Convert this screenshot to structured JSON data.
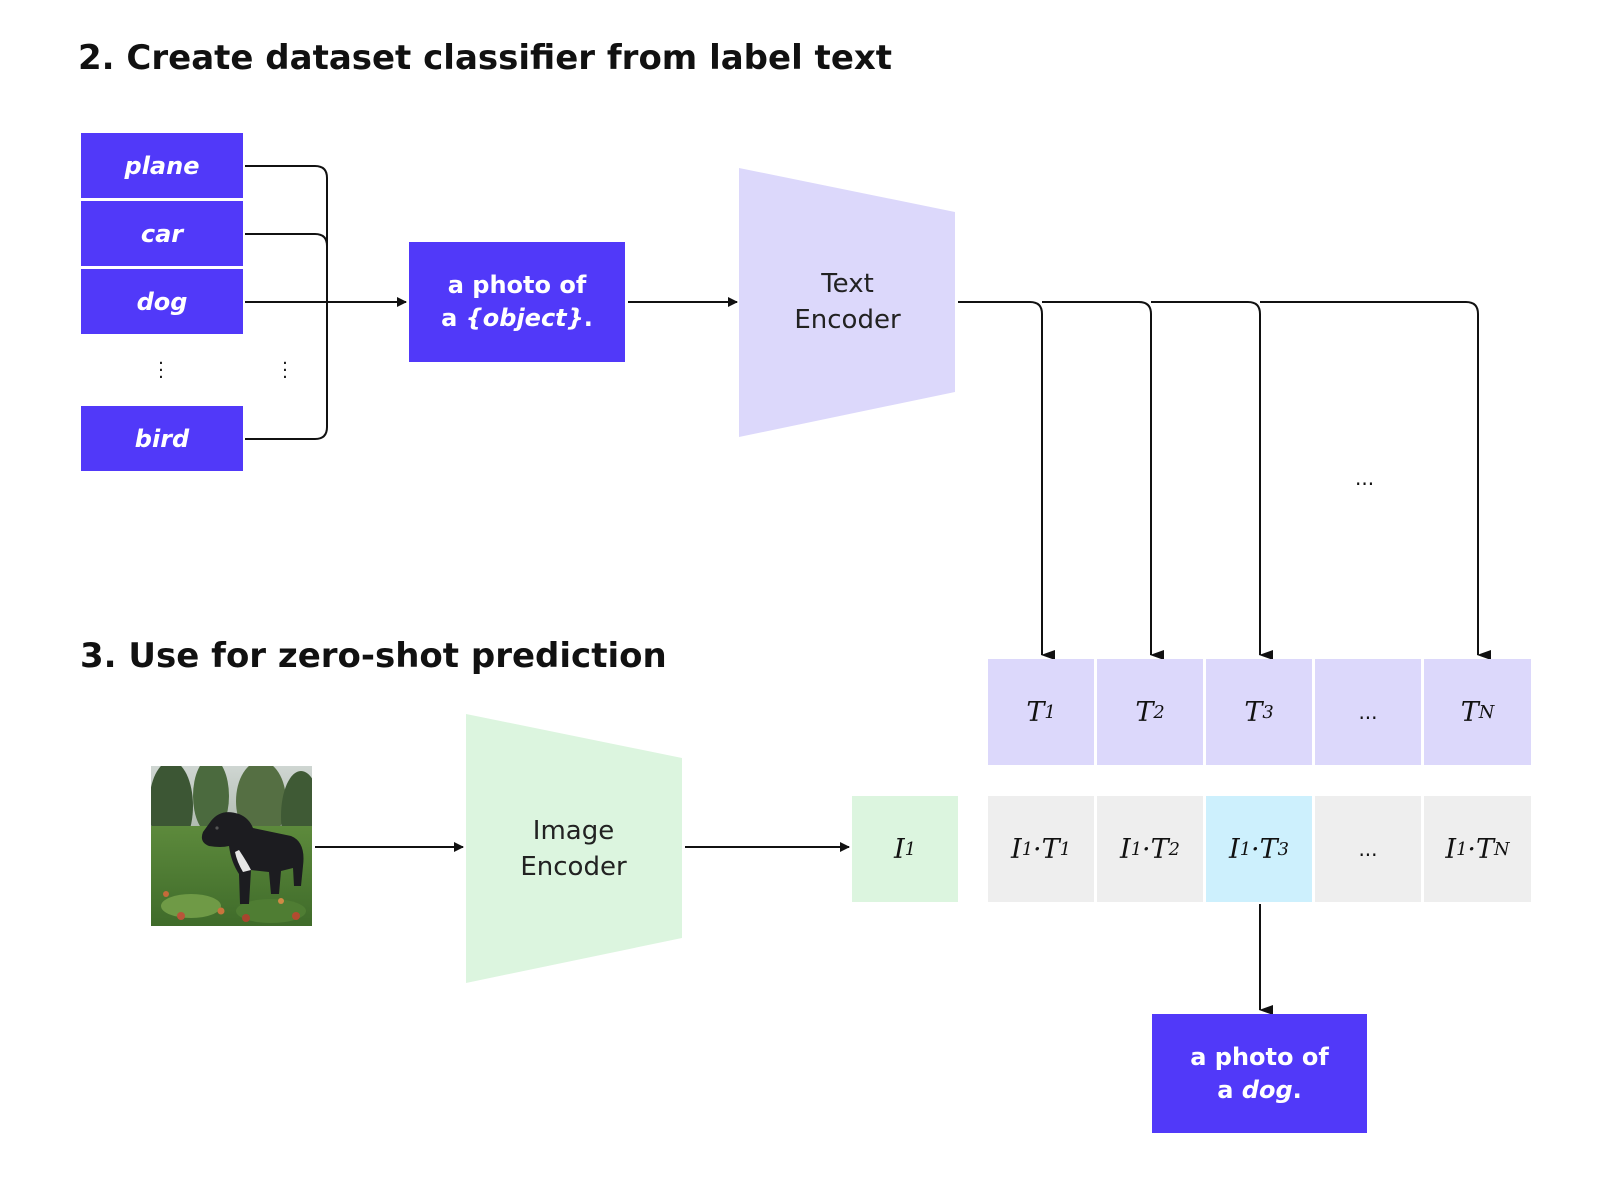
{
  "section2": {
    "title": "2. Create dataset classifier from label text"
  },
  "section3": {
    "title": "3. Use for zero-shot prediction"
  },
  "labels": [
    "plane",
    "car",
    "dog",
    "bird"
  ],
  "prompt_template": {
    "line1": "a photo of",
    "line2_prefix": "a ",
    "line2_object": "{object}",
    "line2_suffix": "."
  },
  "text_encoder": {
    "line1": "Text",
    "line2": "Encoder"
  },
  "image_encoder": {
    "line1": "Image",
    "line2": "Encoder"
  },
  "text_embeddings": [
    {
      "sym": "T",
      "sub": "1"
    },
    {
      "sym": "T",
      "sub": "2"
    },
    {
      "sym": "T",
      "sub": "3"
    },
    {
      "sym": "...",
      "sub": ""
    },
    {
      "sym": "T",
      "sub": "N"
    }
  ],
  "image_embedding": {
    "sym": "I",
    "sub": "1"
  },
  "scores": [
    {
      "a": "I",
      "a_sub": "1",
      "dot": "·",
      "b": "T",
      "b_sub": "1"
    },
    {
      "a": "I",
      "a_sub": "1",
      "dot": "·",
      "b": "T",
      "b_sub": "2"
    },
    {
      "a": "I",
      "a_sub": "1",
      "dot": "·",
      "b": "T",
      "b_sub": "3"
    },
    {
      "ellipsis": "..."
    },
    {
      "a": "I",
      "a_sub": "1",
      "dot": "·",
      "b": "T",
      "b_sub": "N"
    }
  ],
  "ellipsis_between_arrows": "...",
  "prediction": {
    "line1": "a photo of",
    "line2_prefix": "a ",
    "line2_object": "dog",
    "line2_suffix": "."
  },
  "colors": {
    "accent": "#5139f9",
    "text_encoder": "#dcd8fb",
    "image_encoder": "#dcf5df",
    "score_cell": "#eeeeee",
    "highlight": "#cdf0fd"
  },
  "icons": {
    "input_image": "dog-photo"
  }
}
